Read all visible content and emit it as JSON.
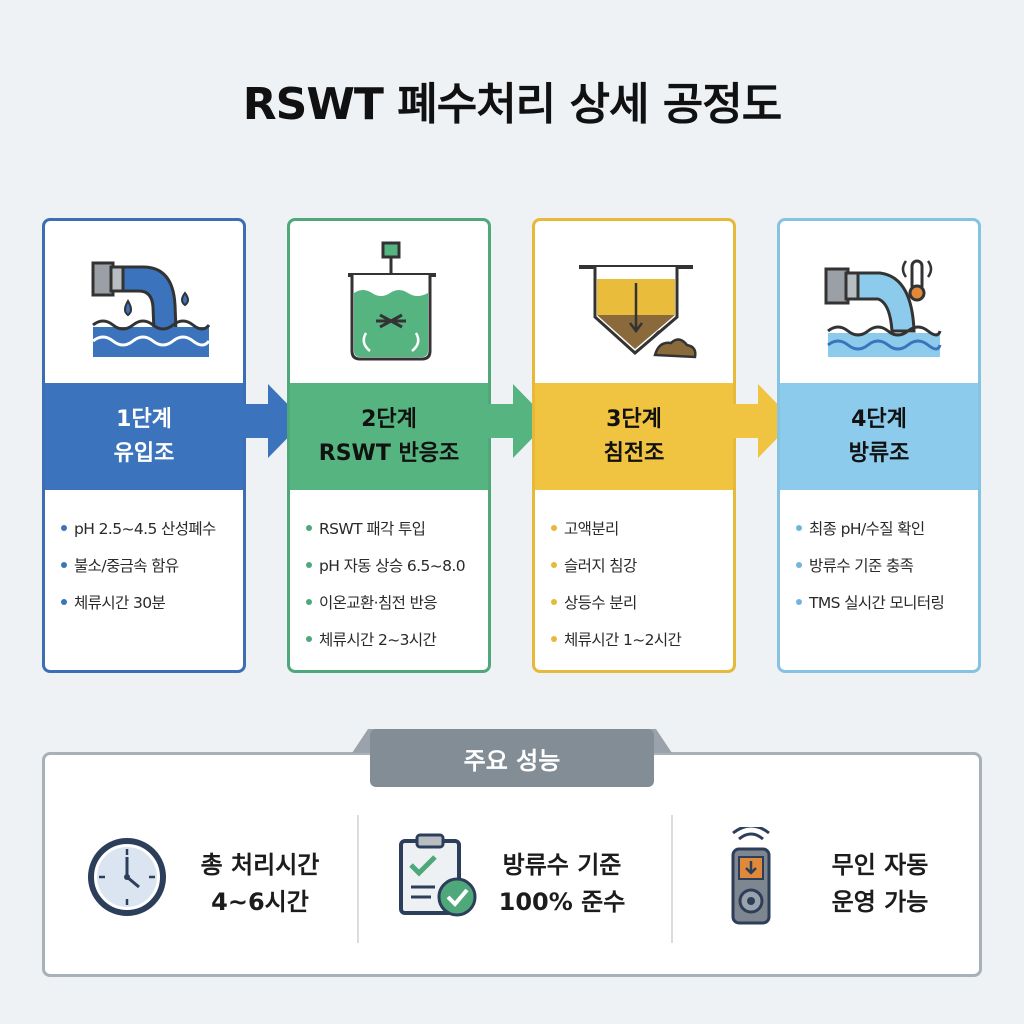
{
  "title": "RSWT 폐수처리 상세 공정도",
  "stages": [
    {
      "step": "1단계",
      "name": "유입조",
      "icon": "inflow-pipe-icon",
      "color": "#3b73bd",
      "bullets": [
        "pH 2.5~4.5 산성폐수",
        "불소/중금속 함유",
        "체류시간 30분"
      ]
    },
    {
      "step": "2단계",
      "name": "RSWT 반응조",
      "icon": "mixer-tank-icon",
      "color": "#55b47f",
      "bullets": [
        "RSWT 패각 투입",
        "pH 자동 상승 6.5~8.0",
        "이온교환·침전 반응",
        "체류시간 2~3시간"
      ]
    },
    {
      "step": "3단계",
      "name": "침전조",
      "icon": "settling-tank-icon",
      "color": "#f0c340",
      "bullets": [
        "고액분리",
        "슬러지 침강",
        "상등수 분리",
        "체류시간 1~2시간"
      ]
    },
    {
      "step": "4단계",
      "name": "방류조",
      "icon": "discharge-pipe-icon",
      "color": "#8ccbeb",
      "bullets": [
        "최종 pH/수질 확인",
        "방류수 기준 충족",
        "TMS 실시간 모니터링"
      ]
    }
  ],
  "performance": {
    "heading": "주요 성능",
    "items": [
      {
        "icon": "clock-icon",
        "line1": "총 처리시간",
        "line2": "4~6시간"
      },
      {
        "icon": "clipboard-check-icon",
        "line1": "방류수 기준",
        "line2": "100% 준수"
      },
      {
        "icon": "remote-control-icon",
        "line1": "무인 자동",
        "line2": "운영 가능"
      }
    ]
  }
}
